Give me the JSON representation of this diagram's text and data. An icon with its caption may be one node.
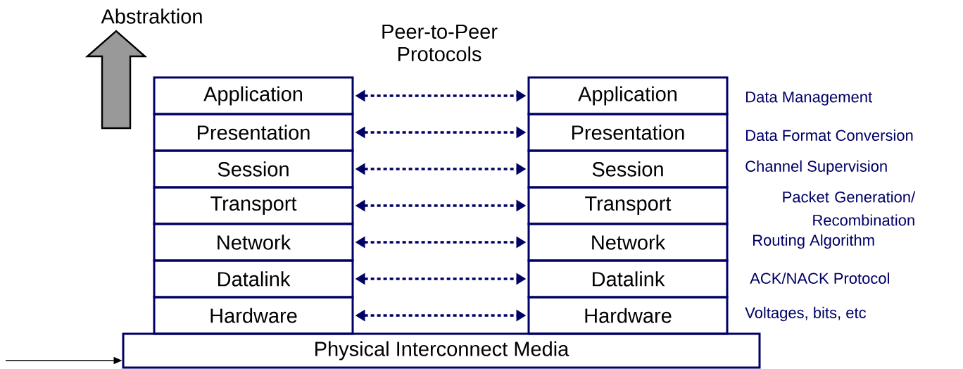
{
  "diagram": {
    "nodes": [
      {
        "text": [
          "Application"
        ]
      },
      {
        "text": [
          "Presentation"
        ]
      },
      {
        "text": [
          "Session"
        ]
      },
      {
        "text": [
          "Transport"
        ]
      },
      {
        "text": [
          "Network"
        ]
      },
      {
        "text": [
          "Datalink"
        ]
      },
      {
        "text": [
          "Hardware"
        ]
      },
      {
        "text": [
          "Application"
        ]
      },
      {
        "text": [
          "Presentation"
        ]
      },
      {
        "text": [
          "Session"
        ]
      },
      {
        "text": [
          "Transport"
        ]
      },
      {
        "text": [
          "Network"
        ]
      },
      {
        "text": [
          "Datalink"
        ]
      },
      {
        "text": [
          "Hardware"
        ]
      },
      {
        "text": [
          "Physical Interconnect Media"
        ]
      }
    ],
    "edges": [
      {
        "from": 0,
        "to": 7,
        "arrow": "both",
        "style": "dashed"
      },
      {
        "from": 1,
        "to": 8,
        "arrow": "both",
        "style": "dashed"
      },
      {
        "from": 2,
        "to": 9,
        "arrow": "both",
        "style": "dashed"
      },
      {
        "from": 3,
        "to": 10,
        "arrow": "both",
        "style": "dashed"
      },
      {
        "from": 4,
        "to": 11,
        "arrow": "both",
        "style": "dashed"
      },
      {
        "from": 5,
        "to": 12,
        "arrow": "both",
        "style": "dashed"
      },
      {
        "from": 6,
        "to": 13,
        "arrow": "both",
        "style": "dashed"
      },
      {
        "from": null,
        "to": 14,
        "arrow": "to",
        "color": "#000000"
      }
    ],
    "labels": [
      "Abstraktion",
      "Peer-to-Peer Protocols",
      "Data Management",
      "Data Format Conversion",
      "Channel Supervision",
      "Packet Generation/ Recombination",
      "Routing Algorithm",
      "ACK/NACK Protocol",
      "Voltages, bits, etc"
    ]
  }
}
